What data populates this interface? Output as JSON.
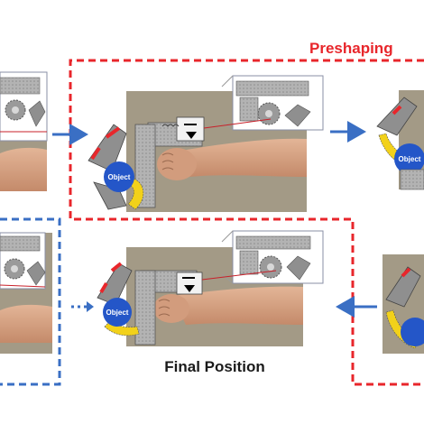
{
  "labels": {
    "preshaping": "Preshaping",
    "final_position": "Final Position",
    "object": "Object"
  },
  "colors": {
    "stage_red": "#e8262b",
    "stage_blue": "#3a6fc4",
    "arrow_blue": "#3a6fc4",
    "object_ball": "#2456c8",
    "gripper_pad": "#f2d11a",
    "gripper_body": "#8f8f8f",
    "table_bg": "#a39a86",
    "skin": "#d9a98a"
  },
  "icons": [
    "arrow-right-icon",
    "arrow-left-icon",
    "dotted-arrow-left-icon",
    "gear-icon",
    "object-ball-icon",
    "small-arrow-icon"
  ]
}
